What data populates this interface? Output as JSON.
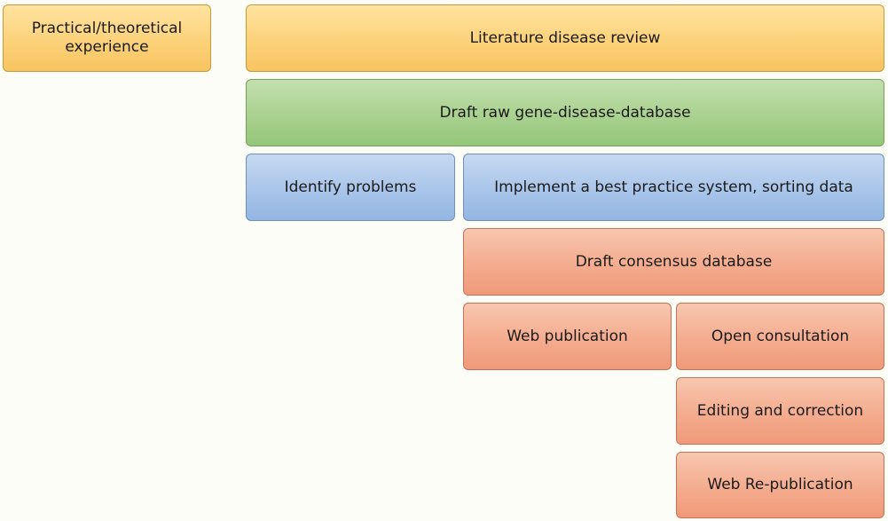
{
  "diagram": {
    "boxes": {
      "practical_experience": "Practical/theoretical experience",
      "literature_review": "Literature disease review",
      "draft_raw_database": "Draft raw gene-disease-database",
      "identify_problems": "Identify problems",
      "best_practice_system": "Implement a best practice system, sorting data",
      "draft_consensus": "Draft consensus database",
      "web_publication": "Web publication",
      "open_consultation": "Open consultation",
      "editing_correction": "Editing and correction",
      "web_republication": "Web Re-publication"
    }
  }
}
